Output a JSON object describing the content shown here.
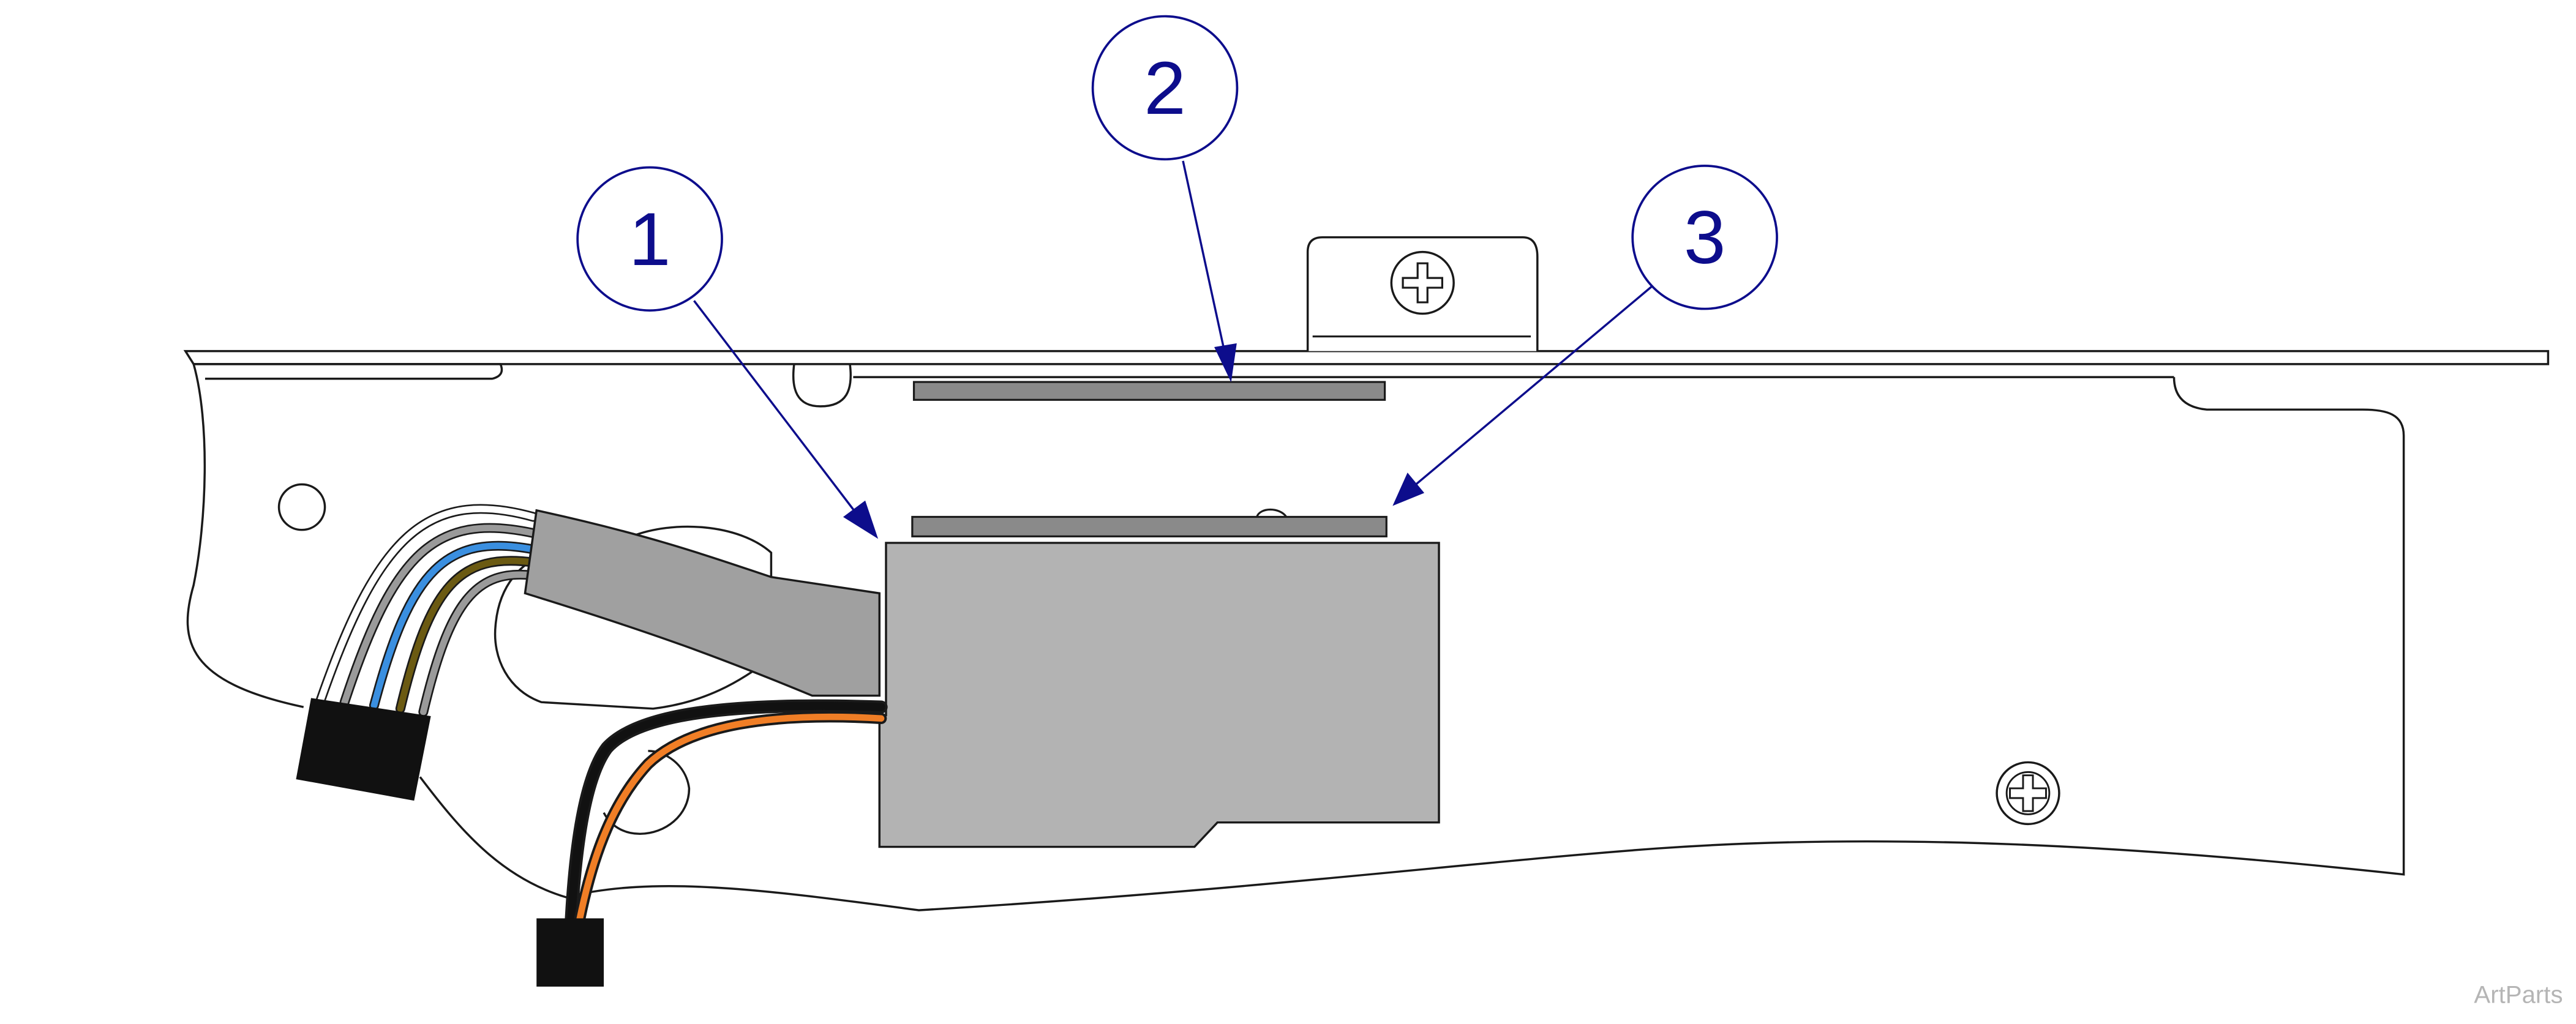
{
  "callouts": [
    {
      "number": "1"
    },
    {
      "number": "2"
    },
    {
      "number": "3"
    }
  ],
  "watermark": "ArtParts",
  "colors": {
    "line": "#1a1a1a",
    "callout": "#0d0d8c",
    "module_fill": "#b3b3b3",
    "bar_fill": "#8a8a8a",
    "cable_sleeve": "#a0a0a0",
    "connector": "#111111",
    "wire_blue": "#3a8fe0",
    "wire_olive": "#6b5a12",
    "wire_gray": "#9a9a9a",
    "wire_orange": "#f07e26",
    "wire_black": "#111111"
  }
}
